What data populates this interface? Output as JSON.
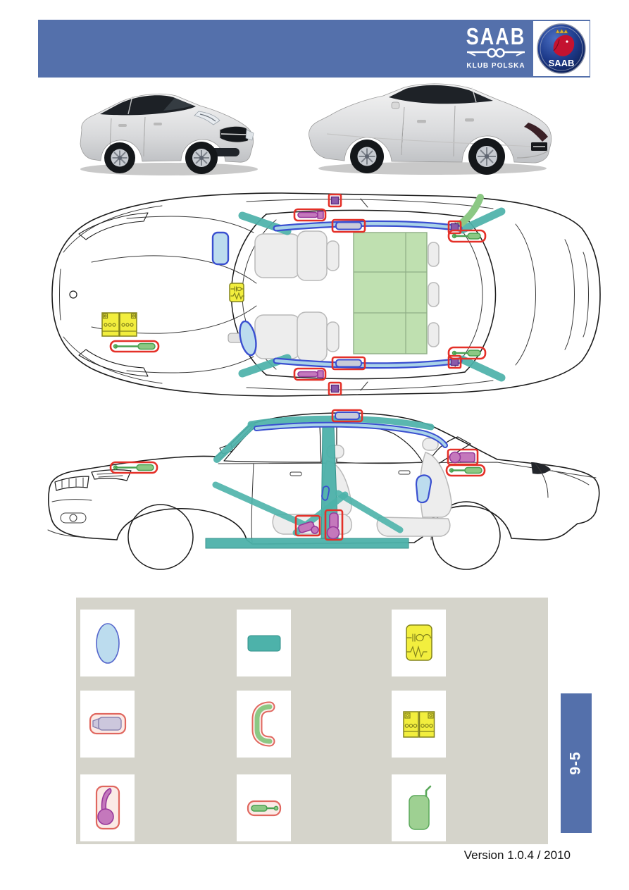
{
  "colors": {
    "accent": "#5470ab",
    "panel_bg": "#d5d4cb",
    "outline": "#1c1c1c",
    "teal": "#4db2aa",
    "teal_dark": "#2f8f88",
    "airbag_fill": "#bcdcee",
    "airbag_stroke": "#3a4fd0",
    "curtain_inner": "#a9d3e8",
    "box_red": "#e43028",
    "red_soft": "#e0675f",
    "redbox_fill": "#fbeae6",
    "pink_fill": "#c478bc",
    "pink_stroke": "#97389a",
    "purple_fill": "#8a5aaa",
    "purple_stroke": "#5c2d80",
    "green_fill": "#8cc884",
    "green_stroke": "#48a050",
    "yellow_fill": "#f2ee3e",
    "yellow_stroke": "#83831c",
    "bench_green": "#bfe0b0",
    "seat_gray": "#ededed",
    "seat_stroke": "#b9b9b9"
  },
  "header": {
    "club_logo": {
      "title": "SAAB",
      "subtitle": "KLUB POLSKA"
    },
    "badge": {
      "label": "SAAB"
    }
  },
  "diagrams": {
    "top_view": "top-view-rescue-diagram",
    "side_view": "side-view-rescue-diagram"
  },
  "legend": {
    "items": [
      {
        "icon": "airbag-icon"
      },
      {
        "icon": "body-reinforcement-icon"
      },
      {
        "icon": "control-unit-icon"
      },
      {
        "icon": "gas-inflator-icon"
      },
      {
        "icon": "curved-gas-strut-icon"
      },
      {
        "icon": "battery-icon"
      },
      {
        "icon": "seatbelt-pretensioner-icon"
      },
      {
        "icon": "gas-strut-icon"
      },
      {
        "icon": "fuel-tank-icon"
      }
    ]
  },
  "side_tab": {
    "label": "9-5"
  },
  "footer": {
    "version": "Version 1.0.4 / 2010"
  }
}
